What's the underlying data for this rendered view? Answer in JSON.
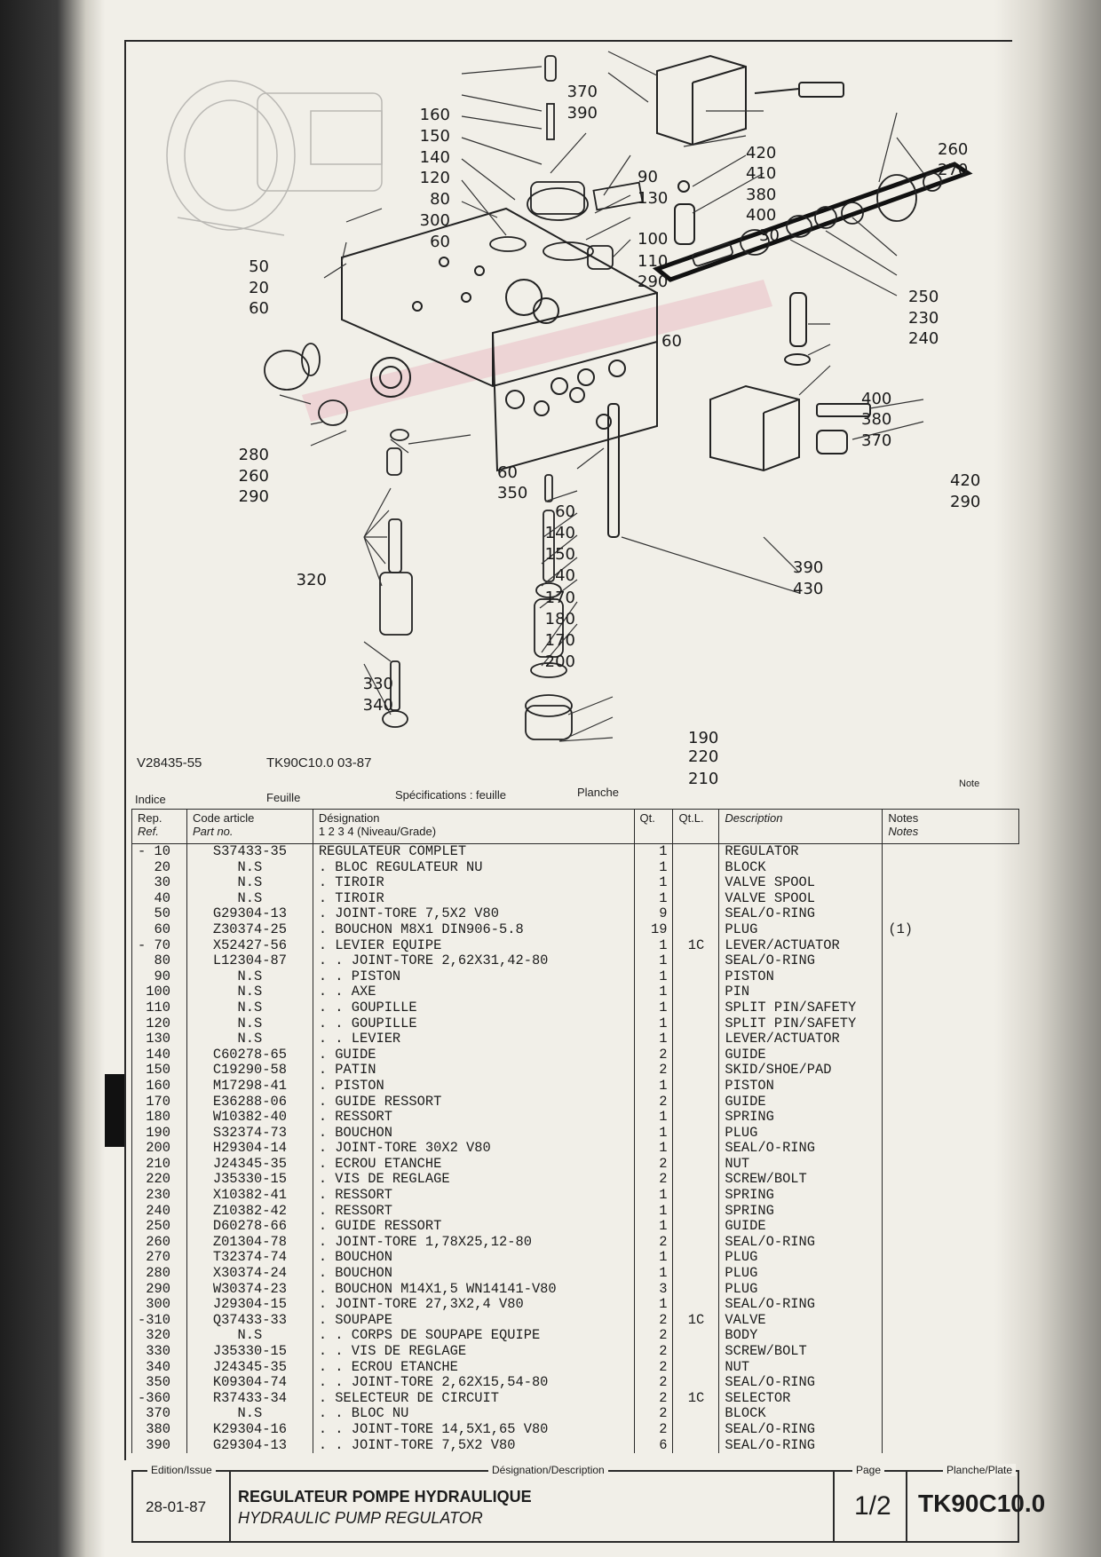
{
  "drawing": {
    "code": "V28435-55",
    "ref_line": "TK90C10.0   03-87"
  },
  "labels": {
    "l370a": "370",
    "l390a": "390",
    "l420a": "420",
    "l410": "410",
    "l380a": "380",
    "l400a": "400",
    "l30": "30",
    "l260a": "260",
    "l270": "270",
    "l250": "250",
    "l230": "230",
    "l240": "240",
    "l160": "160",
    "l150a": "150",
    "l140a": "140",
    "l120": "120",
    "l80": "80",
    "l300": "300",
    "l60a": "60",
    "l90": "90",
    "l130": "130",
    "l100": "100",
    "l110": "110",
    "l290a": "290",
    "l60b": "60",
    "l50": "50",
    "l20": "20",
    "l60c": "60",
    "l280": "280",
    "l260b": "260",
    "l290b": "290",
    "l60d": "60",
    "l350": "350",
    "l320": "320",
    "l330": "330",
    "l340": "340",
    "l60e": "60",
    "l140b": "140",
    "l150b": "150",
    "l40": "40",
    "l170a": "170",
    "l180": "180",
    "l170b": "170",
    "l200": "200",
    "l190": "190",
    "l220": "220",
    "l210": "210",
    "l400b": "400",
    "l380b": "380",
    "l370b": "370",
    "l420b": "420",
    "l290c": "290",
    "l390b": "390",
    "l430": "430"
  },
  "header": {
    "indice": "Indice",
    "feuille": "Feuille",
    "specs": "Spécifications : feuille",
    "planche": "Planche",
    "note": "Note"
  },
  "columns": {
    "rep": "Rep.",
    "ref": "Ref.",
    "code": "Code article",
    "part_no": "Part no.",
    "designation": "Désignation",
    "niveau": "1  2  3  4  (Niveau/Grade)",
    "qt": "Qt.",
    "ql": "Qt.L.",
    "description": "Description",
    "notes_fr": "Notes",
    "notes_en": "Notes"
  },
  "rows": [
    {
      "ref": "- 10",
      "code": "S37433-35",
      "des": "REGULATEUR COMPLET",
      "qt": "1",
      "ql": "",
      "desc": "REGULATOR",
      "note": ""
    },
    {
      "ref": "20",
      "code": "N.S",
      "des": ". BLOC REGULATEUR NU",
      "qt": "1",
      "ql": "",
      "desc": "BLOCK",
      "note": ""
    },
    {
      "ref": "30",
      "code": "N.S",
      "des": ". TIROIR",
      "qt": "1",
      "ql": "",
      "desc": "VALVE SPOOL",
      "note": ""
    },
    {
      "ref": "40",
      "code": "N.S",
      "des": ". TIROIR",
      "qt": "1",
      "ql": "",
      "desc": "VALVE SPOOL",
      "note": ""
    },
    {
      "ref": "50",
      "code": "G29304-13",
      "des": ". JOINT-TORE 7,5X2 V80",
      "qt": "9",
      "ql": "",
      "desc": "SEAL/O-RING",
      "note": ""
    },
    {
      "ref": "60",
      "code": "Z30374-25",
      "des": ". BOUCHON M8X1 DIN906-5.8",
      "qt": "19",
      "ql": "",
      "desc": "PLUG",
      "note": "(1)"
    },
    {
      "ref": "- 70",
      "code": "X52427-56",
      "des": ". LEVIER EQUIPE",
      "qt": "1",
      "ql": "1C",
      "desc": "LEVER/ACTUATOR",
      "note": ""
    },
    {
      "ref": "80",
      "code": "L12304-87",
      "des": ". . JOINT-TORE 2,62X31,42-80",
      "qt": "1",
      "ql": "",
      "desc": "SEAL/O-RING",
      "note": ""
    },
    {
      "ref": "90",
      "code": "N.S",
      "des": ". . PISTON",
      "qt": "1",
      "ql": "",
      "desc": "PISTON",
      "note": ""
    },
    {
      "ref": "100",
      "code": "N.S",
      "des": ". . AXE",
      "qt": "1",
      "ql": "",
      "desc": "PIN",
      "note": ""
    },
    {
      "ref": "110",
      "code": "N.S",
      "des": ". . GOUPILLE",
      "qt": "1",
      "ql": "",
      "desc": "SPLIT PIN/SAFETY",
      "note": ""
    },
    {
      "ref": "120",
      "code": "N.S",
      "des": ". . GOUPILLE",
      "qt": "1",
      "ql": "",
      "desc": "SPLIT PIN/SAFETY",
      "note": ""
    },
    {
      "ref": "130",
      "code": "N.S",
      "des": ". . LEVIER",
      "qt": "1",
      "ql": "",
      "desc": "LEVER/ACTUATOR",
      "note": ""
    },
    {
      "ref": "140",
      "code": "C60278-65",
      "des": ". GUIDE",
      "qt": "2",
      "ql": "",
      "desc": "GUIDE",
      "note": ""
    },
    {
      "ref": "150",
      "code": "C19290-58",
      "des": ". PATIN",
      "qt": "2",
      "ql": "",
      "desc": "SKID/SHOE/PAD",
      "note": ""
    },
    {
      "ref": "160",
      "code": "M17298-41",
      "des": ". PISTON",
      "qt": "1",
      "ql": "",
      "desc": "PISTON",
      "note": ""
    },
    {
      "ref": "170",
      "code": "E36288-06",
      "des": ". GUIDE RESSORT",
      "qt": "2",
      "ql": "",
      "desc": "GUIDE",
      "note": ""
    },
    {
      "ref": "180",
      "code": "W10382-40",
      "des": ". RESSORT",
      "qt": "1",
      "ql": "",
      "desc": "SPRING",
      "note": ""
    },
    {
      "ref": "190",
      "code": "S32374-73",
      "des": ". BOUCHON",
      "qt": "1",
      "ql": "",
      "desc": "PLUG",
      "note": ""
    },
    {
      "ref": "200",
      "code": "H29304-14",
      "des": ". JOINT-TORE 30X2 V80",
      "qt": "1",
      "ql": "",
      "desc": "SEAL/O-RING",
      "note": ""
    },
    {
      "ref": "210",
      "code": "J24345-35",
      "des": ". ECROU ETANCHE",
      "qt": "2",
      "ql": "",
      "desc": "NUT",
      "note": ""
    },
    {
      "ref": "220",
      "code": "J35330-15",
      "des": ". VIS DE REGLAGE",
      "qt": "2",
      "ql": "",
      "desc": "SCREW/BOLT",
      "note": ""
    },
    {
      "ref": "230",
      "code": "X10382-41",
      "des": ". RESSORT",
      "qt": "1",
      "ql": "",
      "desc": "SPRING",
      "note": ""
    },
    {
      "ref": "240",
      "code": "Z10382-42",
      "des": ". RESSORT",
      "qt": "1",
      "ql": "",
      "desc": "SPRING",
      "note": ""
    },
    {
      "ref": "250",
      "code": "D60278-66",
      "des": ". GUIDE RESSORT",
      "qt": "1",
      "ql": "",
      "desc": "GUIDE",
      "note": ""
    },
    {
      "ref": "260",
      "code": "Z01304-78",
      "des": ". JOINT-TORE 1,78X25,12-80",
      "qt": "2",
      "ql": "",
      "desc": "SEAL/O-RING",
      "note": ""
    },
    {
      "ref": "270",
      "code": "T32374-74",
      "des": ". BOUCHON",
      "qt": "1",
      "ql": "",
      "desc": "PLUG",
      "note": ""
    },
    {
      "ref": "280",
      "code": "X30374-24",
      "des": ". BOUCHON",
      "qt": "1",
      "ql": "",
      "desc": "PLUG",
      "note": ""
    },
    {
      "ref": "290",
      "code": "W30374-23",
      "des": ". BOUCHON M14X1,5 WN14141-V80",
      "qt": "3",
      "ql": "",
      "desc": "PLUG",
      "note": ""
    },
    {
      "ref": "300",
      "code": "J29304-15",
      "des": ". JOINT-TORE 27,3X2,4 V80",
      "qt": "1",
      "ql": "",
      "desc": "SEAL/O-RING",
      "note": ""
    },
    {
      "ref": "-310",
      "code": "Q37433-33",
      "des": ". SOUPAPE",
      "qt": "2",
      "ql": "1C",
      "desc": "VALVE",
      "note": ""
    },
    {
      "ref": "320",
      "code": "N.S",
      "des": ". . CORPS DE SOUPAPE EQUIPE",
      "qt": "2",
      "ql": "",
      "desc": "BODY",
      "note": ""
    },
    {
      "ref": "330",
      "code": "J35330-15",
      "des": ". . VIS DE REGLAGE",
      "qt": "2",
      "ql": "",
      "desc": "SCREW/BOLT",
      "note": ""
    },
    {
      "ref": "340",
      "code": "J24345-35",
      "des": ". . ECROU ETANCHE",
      "qt": "2",
      "ql": "",
      "desc": "NUT",
      "note": ""
    },
    {
      "ref": "350",
      "code": "K09304-74",
      "des": ". . JOINT-TORE 2,62X15,54-80",
      "qt": "2",
      "ql": "",
      "desc": "SEAL/O-RING",
      "note": ""
    },
    {
      "ref": "-360",
      "code": "R37433-34",
      "des": ". SELECTEUR DE CIRCUIT",
      "qt": "2",
      "ql": "1C",
      "desc": "SELECTOR",
      "note": ""
    },
    {
      "ref": "370",
      "code": "N.S",
      "des": ". . BLOC NU",
      "qt": "2",
      "ql": "",
      "desc": "BLOCK",
      "note": ""
    },
    {
      "ref": "380",
      "code": "K29304-16",
      "des": ". . JOINT-TORE 14,5X1,65 V80",
      "qt": "2",
      "ql": "",
      "desc": "SEAL/O-RING",
      "note": ""
    },
    {
      "ref": "390",
      "code": "G29304-13",
      "des": ". . JOINT-TORE 7,5X2 V80",
      "qt": "6",
      "ql": "",
      "desc": "SEAL/O-RING",
      "note": ""
    }
  ],
  "footer": {
    "edition_label": "Edition/Issue",
    "edition": "28-01-87",
    "designation_label": "Désignation/Description",
    "title_fr": "REGULATEUR POMPE HYDRAULIQUE",
    "title_en": "HYDRAULIC PUMP REGULATOR",
    "page_label": "Page",
    "page": "1/2",
    "plate_label": "Planche/Plate",
    "plate": "TK90C10.0"
  }
}
